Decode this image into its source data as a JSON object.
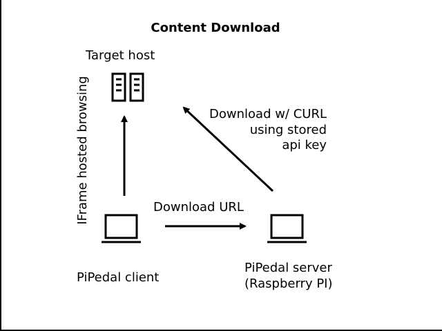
{
  "diagram": {
    "title": "Content Download",
    "nodes": {
      "target_host": {
        "label": "Target host",
        "icon": "server-icon"
      },
      "client": {
        "label": "PiPedal client",
        "icon": "laptop-icon"
      },
      "server": {
        "label_lines": [
          "PiPedal server",
          "(Raspberry PI)"
        ],
        "icon": "laptop-icon"
      }
    },
    "edges": {
      "client_to_target": {
        "label": "IFrame hosted browsing"
      },
      "client_to_server": {
        "label": "Download URL"
      },
      "server_to_target": {
        "label_lines": [
          "Download w/ CURL",
          "using stored",
          "api key"
        ]
      }
    }
  }
}
